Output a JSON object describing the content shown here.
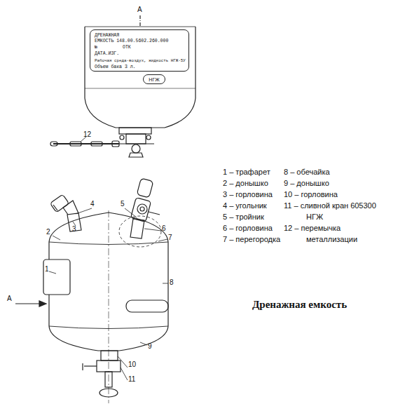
{
  "diagram": {
    "title": "Дренажная емкость",
    "nodes": [
      {
        "text": [
          "ДРЕНАЖНАЯ",
          "ЕМКОСТЬ 148.00.5602.260.000",
          "№",
          "ОТК",
          "ДАТА.ИЗГ.",
          "Рабочая среда-воздух, жидкость НГЖ-5У",
          "Объем бака 3 л."
        ]
      },
      {
        "text": [
          "НГЖ"
        ]
      }
    ],
    "labels": [
      "А",
      "12",
      "1",
      "2",
      "3",
      "4",
      "5",
      "6",
      "7",
      "8",
      "9",
      "10",
      "11",
      "А",
      "1 – трафарет",
      "2 – донышко",
      "3 – горловина",
      "4 – угольник",
      "5 – тройник",
      "6 – горловина",
      "7 – перегородка",
      "8 – обечайка",
      "9 – донышко",
      "10 – горловина",
      "11 – сливной кран 605300 НГЖ",
      "12 – перемычка металлизации"
    ]
  }
}
